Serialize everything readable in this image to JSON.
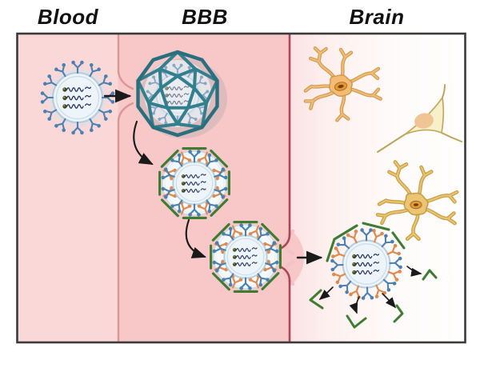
{
  "figure": {
    "regions": [
      {
        "id": "blood",
        "label": "Blood"
      },
      {
        "id": "bbb",
        "label": "BBB"
      },
      {
        "id": "brain",
        "label": "Brain"
      }
    ]
  },
  "colors": {
    "blood_bg": "#fbd8d8",
    "bbb_bg": "#f8c8c8",
    "brain_bg_left": "#fbe3e4",
    "brain_bg_right": "#fffefe",
    "frame": "#3a3a3a",
    "divider_blood_bbb": "#dc9595",
    "divider_bbb_brain": "#ae4656",
    "membrane_horn_pink": "#f1c3c8",
    "exosome_fill": "#edf5fb",
    "exosome_membrane": "#b5cedd",
    "spike_blue": "#4a80b2",
    "spike_orange": "#de8a50",
    "coat_green": "#3e7c31",
    "cage_teal": "#337f8d",
    "rna_strand": "#25335a",
    "rna_cap": "#44491f",
    "astrocyte1_fill": "#f3bc72",
    "astrocyte1_outline": "#cf9a4f",
    "astrocyte2_fill": "#ecc573",
    "astrocyte2_outline": "#c89a44",
    "nucleus_orange": "#e09a36",
    "nucleus_spot": "#7a3c10",
    "neuron_fill": "#f7f0cb",
    "neuron_outline": "#c3a95e",
    "neuron_nucleus": "#f0c493",
    "arrow_black": "#1a1a1a"
  }
}
